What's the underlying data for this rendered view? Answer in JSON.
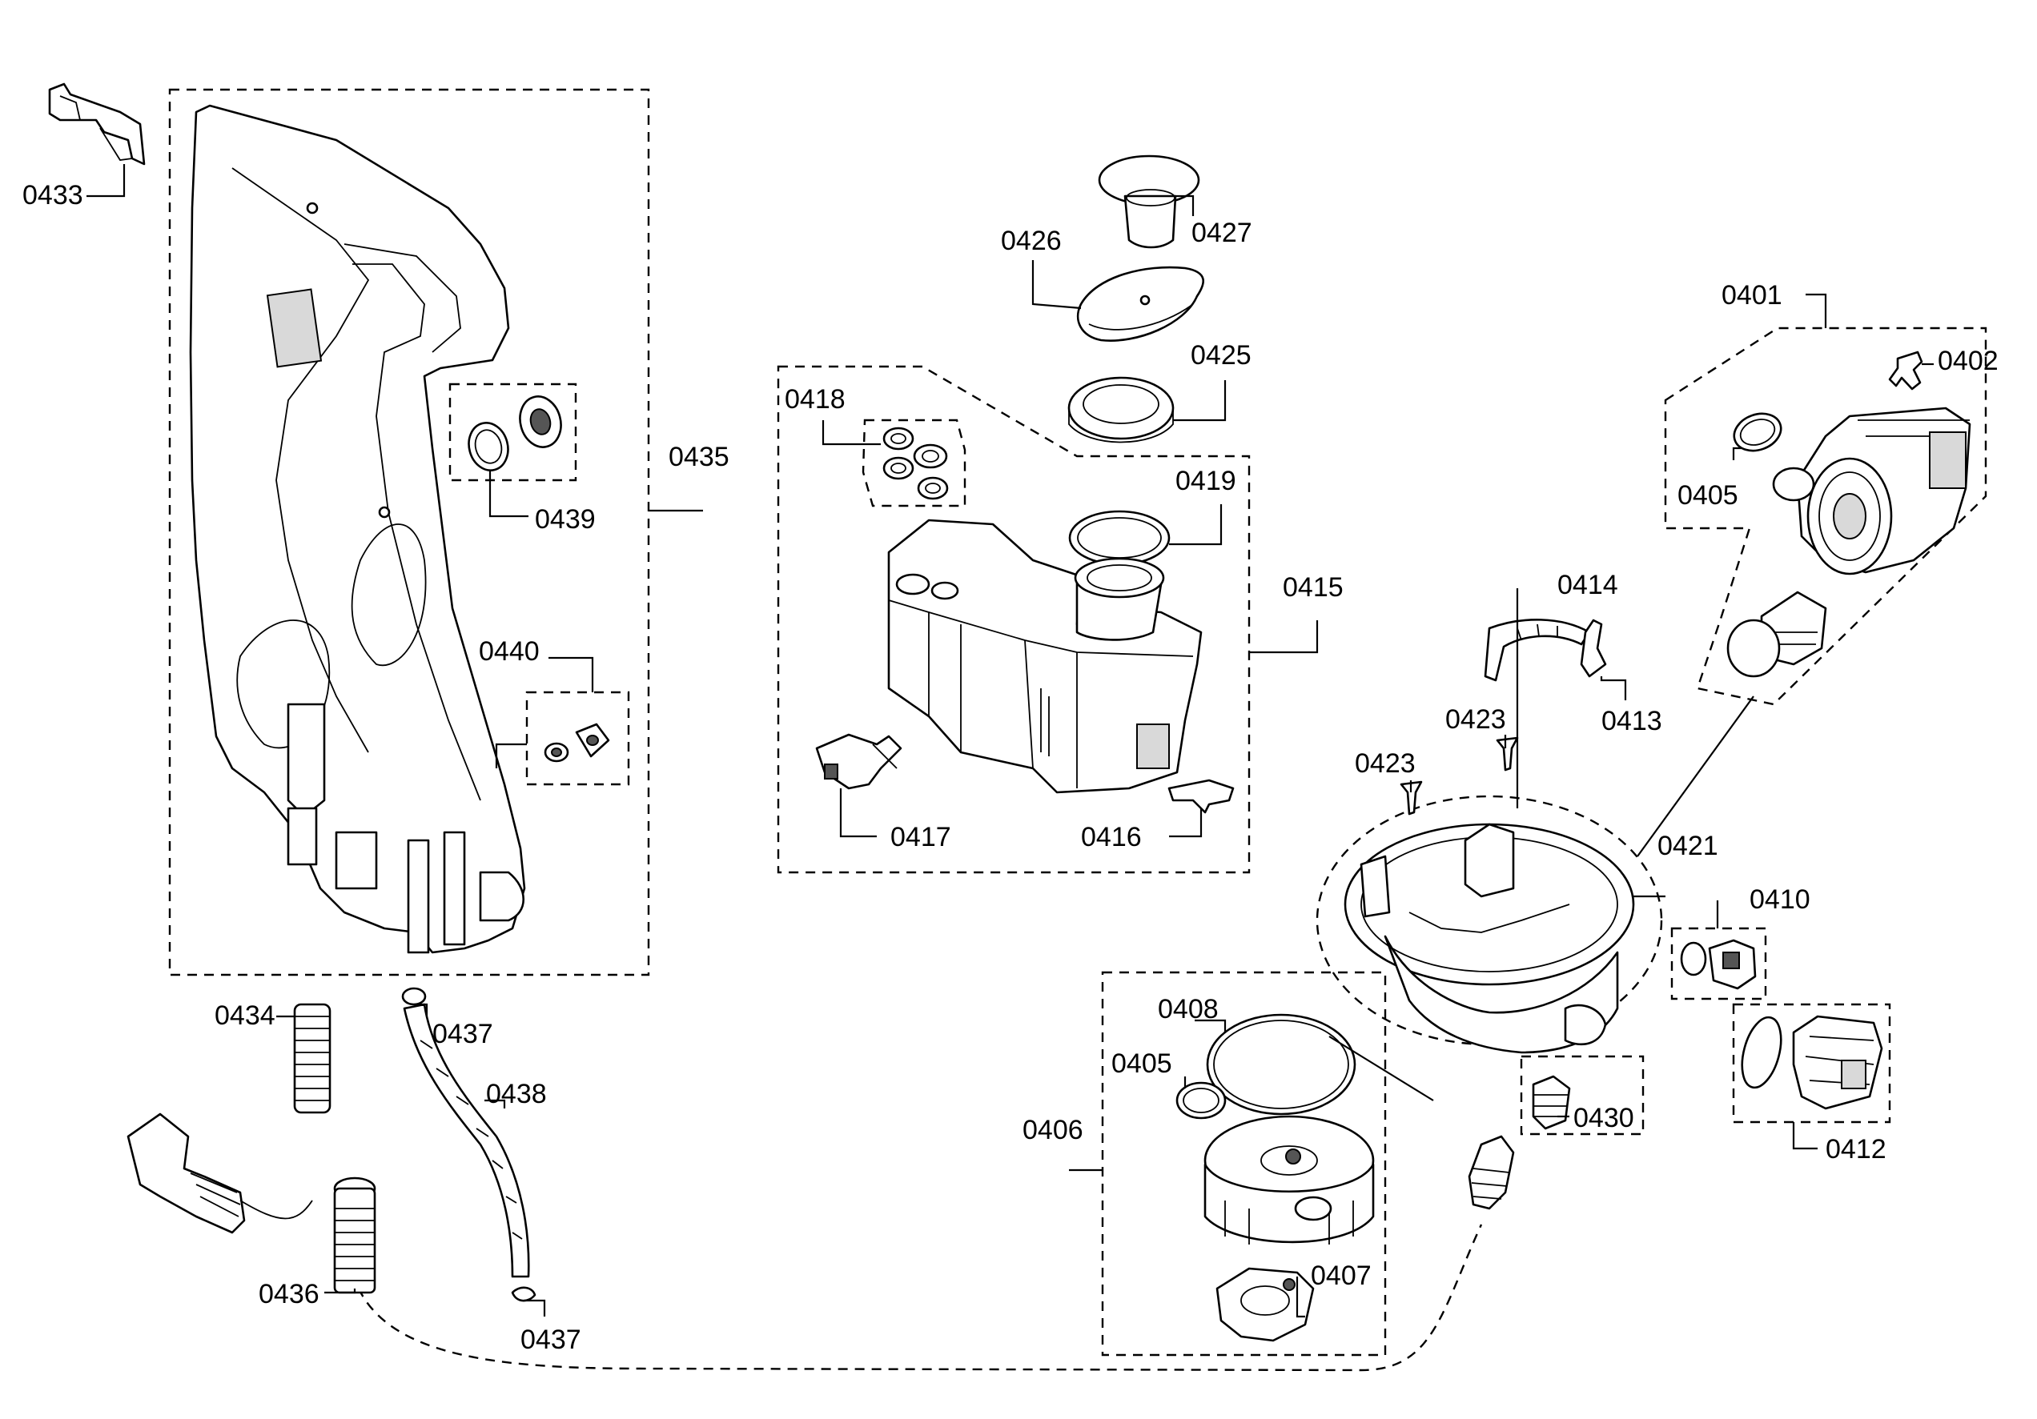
{
  "labels": {
    "p0401": "0401",
    "p0402": "0402",
    "p0405a": "0405",
    "p0405b": "0405",
    "p0406": "0406",
    "p0407": "0407",
    "p0408": "0408",
    "p0410": "0410",
    "p0412": "0412",
    "p0413": "0413",
    "p0414": "0414",
    "p0415": "0415",
    "p0416": "0416",
    "p0417": "0417",
    "p0418": "0418",
    "p0419": "0419",
    "p0421": "0421",
    "p0423a": "0423",
    "p0423b": "0423",
    "p0425": "0425",
    "p0426": "0426",
    "p0427": "0427",
    "p0430": "0430",
    "p0433": "0433",
    "p0434": "0434",
    "p0435": "0435",
    "p0436": "0436",
    "p0437a": "0437",
    "p0437b": "0437",
    "p0438": "0438",
    "p0439": "0439",
    "p0440": "0440"
  }
}
